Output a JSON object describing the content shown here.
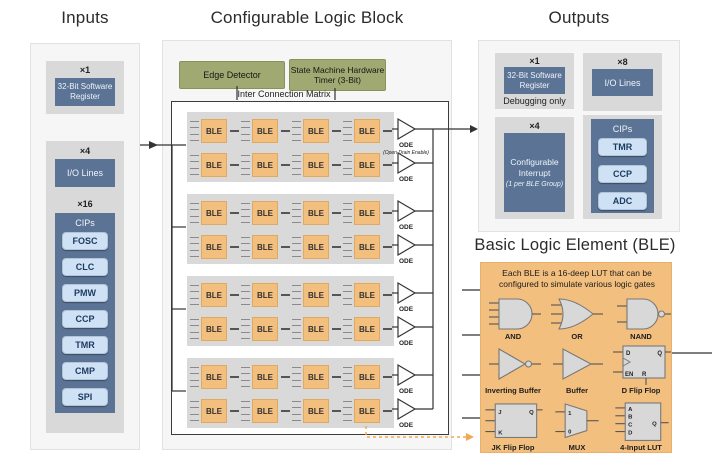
{
  "colors": {
    "panel_blue": "#5b7496",
    "light_button": "#cfe1f5",
    "green": "#9fa971",
    "ble_orange": "#f3bf7e",
    "dashed_arrow": "#f0a851"
  },
  "inputs": {
    "title": "Inputs",
    "register": {
      "count": "×1",
      "label": "32-Bit Software Register"
    },
    "io": {
      "count": "×4",
      "label": "I/O Lines"
    },
    "cips": {
      "count": "×16",
      "label": "CIPs",
      "items": [
        "FOSC",
        "CLC",
        "PMW",
        "CCP",
        "TMR",
        "CMP",
        "SPI"
      ]
    }
  },
  "clb": {
    "title": "Configurable Logic Block",
    "edge_detector": "Edge Detector",
    "state_machine": "State Machine Hardware Timer (3-Bit)",
    "matrix_label": "Inter Connection Matrix",
    "ble_label": "BLE",
    "ode_label": "ODE",
    "ode_note": "(Open Drain Enable)",
    "structure": {
      "groups": 4,
      "rows_per_group": 2,
      "bles_per_row": 4
    }
  },
  "outputs": {
    "title": "Outputs",
    "register": {
      "count": "×1",
      "label": "32-Bit Software Register",
      "note": "Debugging only"
    },
    "io": {
      "count": "×8",
      "label": "I/O Lines"
    },
    "interrupt": {
      "count": "×4",
      "label": "Configurable Interrupt",
      "note": "(1 per BLE Group)"
    },
    "cips": {
      "label": "CIPs",
      "items": [
        "TMR",
        "CCP",
        "ADC"
      ]
    }
  },
  "ble_detail": {
    "title": "Basic Logic Element (BLE)",
    "description": "Each BLE is a 16-deep LUT that can be configured to simulate various logic gates",
    "gates": [
      "AND",
      "OR",
      "NAND",
      "Inverting Buffer",
      "Buffer",
      "D Flip Flop",
      "JK Flip Flop",
      "MUX",
      "4-Input LUT"
    ],
    "pins": {
      "dff": [
        "D",
        "Q",
        "EN",
        "R"
      ],
      "jk": [
        "J",
        "Q",
        "K"
      ],
      "mux": [
        "1",
        "0"
      ],
      "lut": [
        "A",
        "B",
        "C",
        "D",
        "Q"
      ]
    }
  }
}
